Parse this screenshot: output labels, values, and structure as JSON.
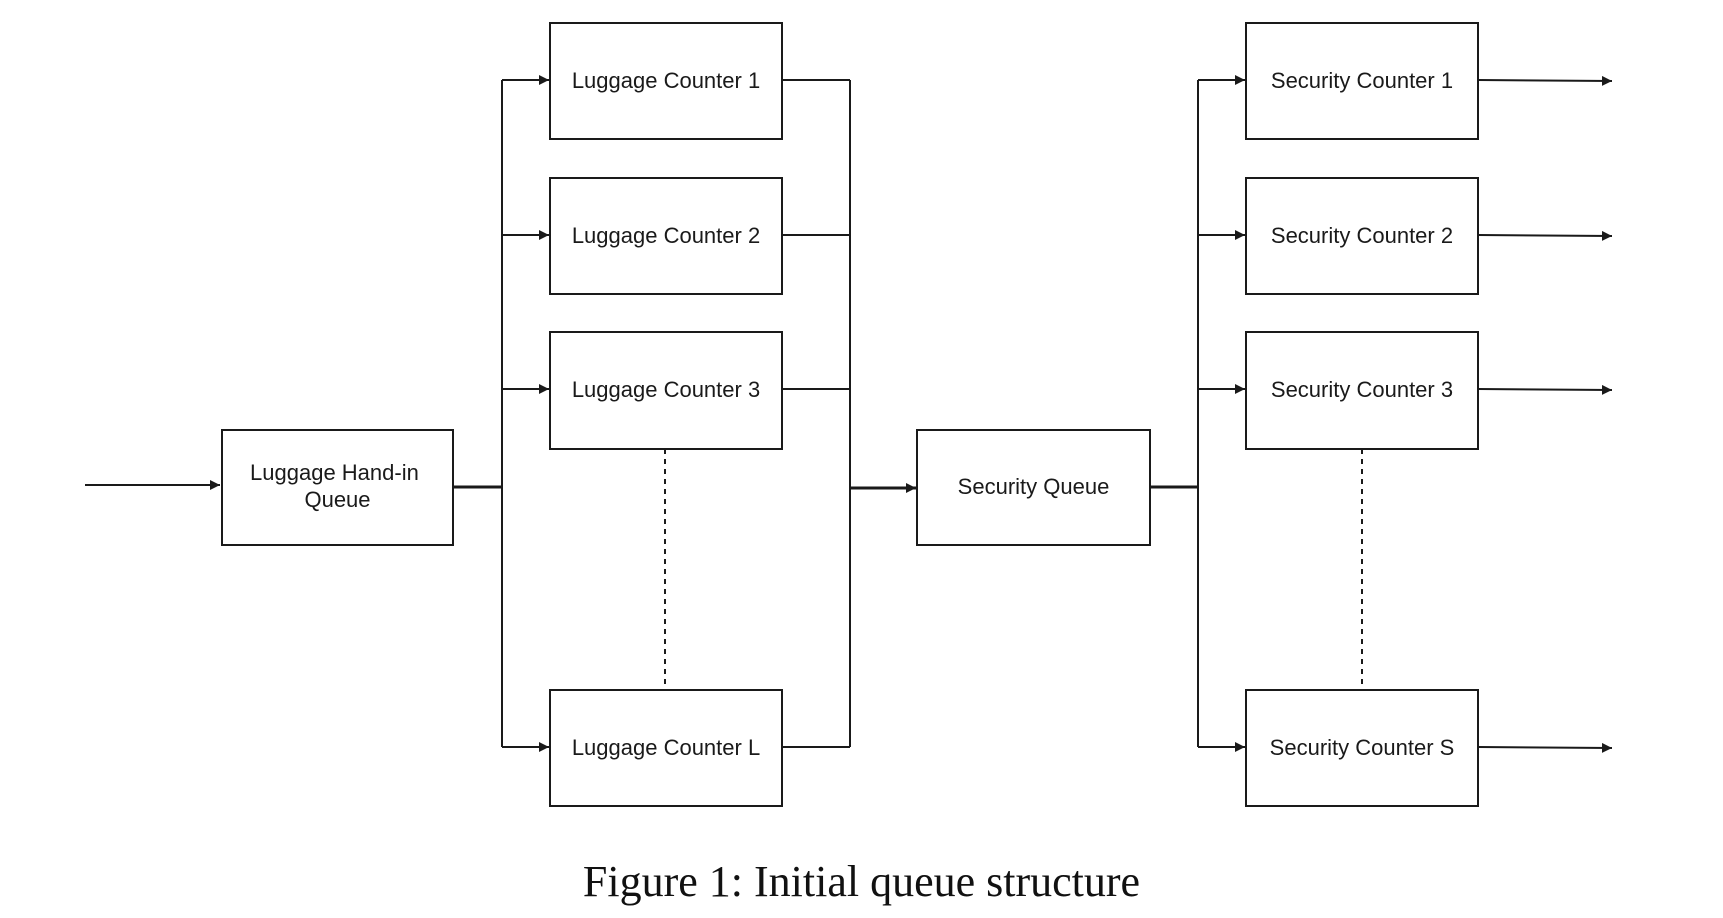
{
  "nodes": {
    "hand_in_queue": {
      "lines": [
        "Luggage Hand-in",
        "Queue"
      ]
    },
    "luggage_counter_1": {
      "lines": [
        "Luggage Counter 1"
      ]
    },
    "luggage_counter_2": {
      "lines": [
        "Luggage Counter 2"
      ]
    },
    "luggage_counter_3": {
      "lines": [
        "Luggage Counter 3"
      ]
    },
    "luggage_counter_l": {
      "lines": [
        "Luggage Counter L"
      ]
    },
    "security_queue": {
      "lines": [
        "Security Queue"
      ]
    },
    "security_counter_1": {
      "lines": [
        "Security Counter 1"
      ]
    },
    "security_counter_2": {
      "lines": [
        "Security Counter 2"
      ]
    },
    "security_counter_3": {
      "lines": [
        "Security Counter 3"
      ]
    },
    "security_counter_s": {
      "lines": [
        "Security Counter S"
      ]
    }
  },
  "caption": "Figure 1: Initial queue structure",
  "colors": {
    "line": "#1a1a1a",
    "box_border": "#1a1a1a",
    "background": "#ffffff"
  }
}
